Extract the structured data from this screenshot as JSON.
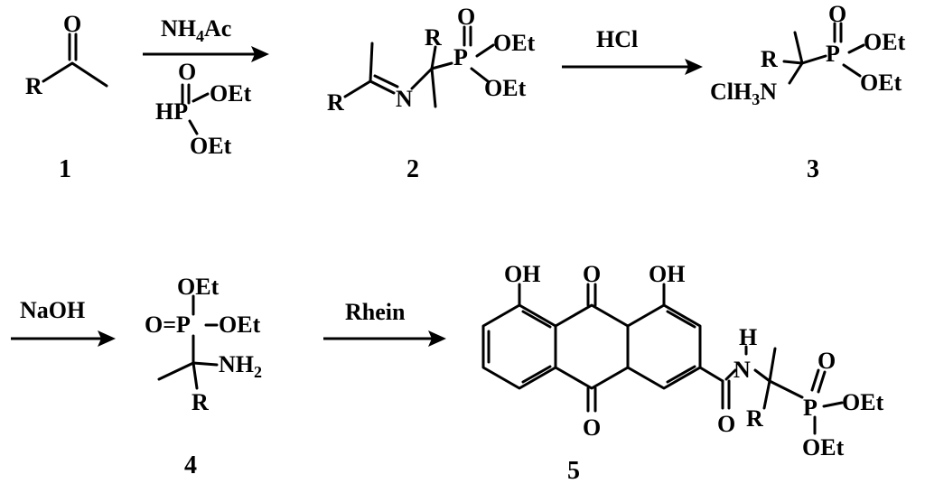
{
  "colors": {
    "ink": "#000000",
    "background": "#ffffff"
  },
  "atoms": {
    "R": "R",
    "O": "O",
    "OEt": "OEt",
    "N": "N",
    "P": "P",
    "HP": "HP",
    "ClH3N_prefix": "ClH",
    "ClH3N_sub": "3",
    "ClH3N_suffix": "N",
    "NH2_main": "NH",
    "NH2_sub": "2",
    "H": "H",
    "OH": "OH",
    "O_eq_P": "O=P"
  },
  "reagents": {
    "step1_prefix": "NH",
    "step1_sub": "4",
    "step1_suffix": "Ac",
    "step2": "HCl",
    "step3": "NaOH",
    "step4": "Rhein"
  },
  "compounds": {
    "c1": "1",
    "c2": "2",
    "c3": "3",
    "c4": "4",
    "c5": "5"
  }
}
